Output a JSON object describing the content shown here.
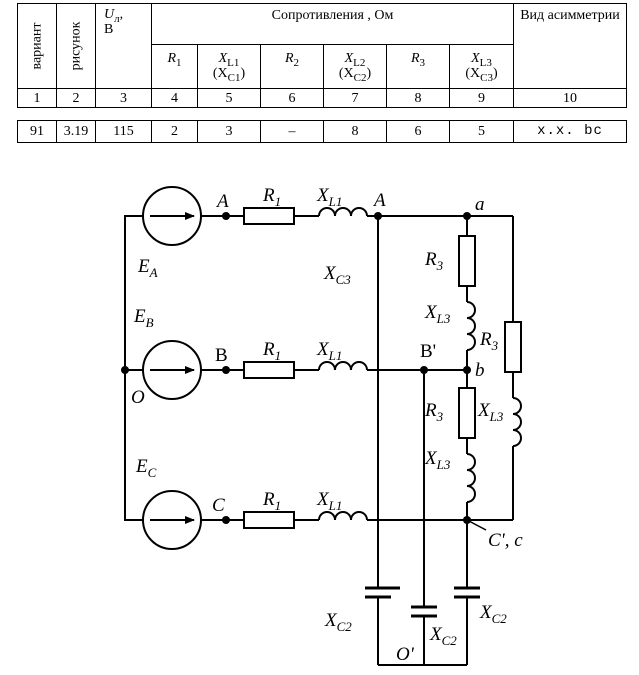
{
  "table": {
    "col_variant": "вариант",
    "col_figure": "рисунок",
    "col_voltage": "U",
    "col_voltage_sub": "л",
    "col_voltage_unit": ",",
    "col_voltage_unit2": "В",
    "group_resistances": "Сопротивления , Ом",
    "col_asym": "Вид асимметрии",
    "sub_headers": [
      {
        "main": "R",
        "sub": "1"
      },
      {
        "main": "X",
        "sub": "L1",
        "alt": "(X",
        "alt_sub": "C1",
        "alt_end": ")"
      },
      {
        "main": "R",
        "sub": "2"
      },
      {
        "main": "X",
        "sub": "L2",
        "alt": "(X",
        "alt_sub": "C2",
        "alt_end": ")"
      },
      {
        "main": "R",
        "sub": "3"
      },
      {
        "main": "X",
        "sub": "L3",
        "alt": "(X",
        "alt_sub": "C3",
        "alt_end": ")"
      }
    ],
    "col_numbers": [
      "1",
      "2",
      "3",
      "4",
      "5",
      "6",
      "7",
      "8",
      "9",
      "10"
    ],
    "row": [
      "91",
      "3.19",
      "115",
      "2",
      "3",
      "–",
      "8",
      "6",
      "5",
      "х.х. bc"
    ]
  },
  "diagram": {
    "labels": {
      "EA": "E",
      "EA_sub": "A",
      "EB": "E",
      "EB_sub": "B",
      "EC": "E",
      "EC_sub": "C",
      "O": "O",
      "A": "A",
      "B": "B",
      "C": "C",
      "R1_top": "R",
      "R1_top_sub": "1",
      "R1_mid": "R",
      "R1_mid_sub": "1",
      "R1_bot": "R",
      "R1_bot_sub": "1",
      "XL1_top": "X",
      "XL1_top_sub": "L1",
      "XL1_mid": "X",
      "XL1_mid_sub": "L1",
      "XL1_bot": "X",
      "XL1_bot_sub": "L1",
      "A_node": "A",
      "XC3": "X",
      "XC3_sub": "C3",
      "a": "a",
      "R3_a": "R",
      "R3_a_sub": "3",
      "XL3_a": "X",
      "XL3_a_sub": "L3",
      "R3_b": "R",
      "R3_b_sub": "3",
      "R3_c": "R",
      "R3_c_sub": "3",
      "XL3_b": "X",
      "XL3_b_sub": "L3",
      "XL3_c": "X",
      "XL3_c_sub": "L3",
      "Bp": "B'",
      "b": "b",
      "Cc": "C', c",
      "XC2_l": "X",
      "XC2_l_sub": "C2",
      "XC2_m": "X",
      "XC2_m_sub": "C2",
      "XC2_r": "X",
      "XC2_r_sub": "C2",
      "Op": "O'"
    }
  }
}
